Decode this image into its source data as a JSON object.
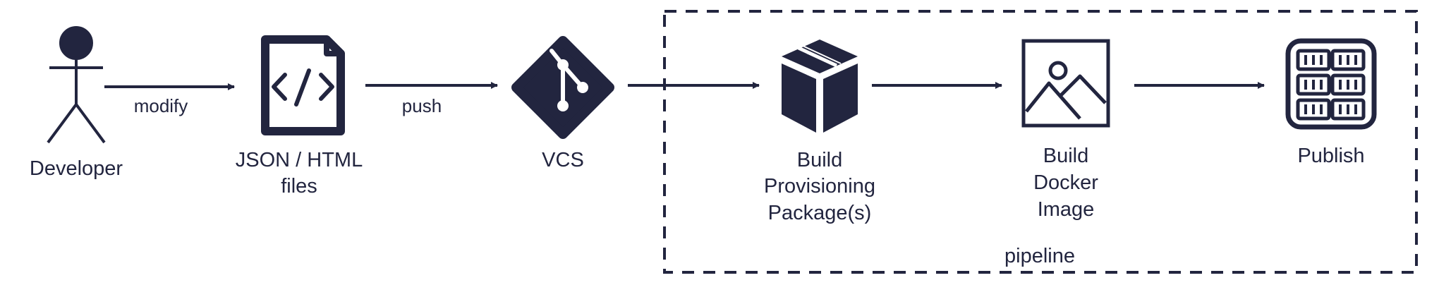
{
  "colors": {
    "ink": "#22253f",
    "background": "#ffffff"
  },
  "nodes": {
    "developer": {
      "label": "Developer",
      "icon": "person-icon"
    },
    "files": {
      "label_lines": [
        "JSON / HTML",
        "files"
      ],
      "icon": "code-file-icon"
    },
    "vcs": {
      "label": "VCS",
      "icon": "git-icon"
    },
    "build_package": {
      "label_lines": [
        "Build",
        "Provisioning",
        "Package(s)"
      ],
      "icon": "package-box-icon"
    },
    "build_image": {
      "label_lines": [
        "Build",
        "Docker",
        "Image"
      ],
      "icon": "image-icon"
    },
    "publish": {
      "label": "Publish",
      "icon": "server-rack-icon"
    }
  },
  "edges": {
    "modify": "modify",
    "push": "push"
  },
  "pipeline": {
    "label": "pipeline"
  }
}
